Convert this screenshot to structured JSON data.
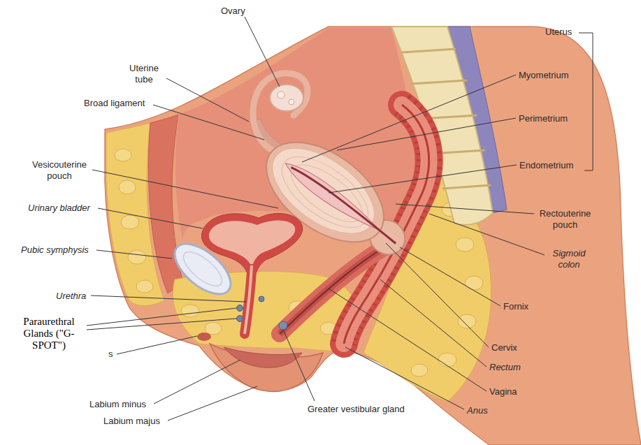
{
  "diagram": {
    "labels": [
      "Uterus",
      "Ovary",
      "Uterine tube",
      "Broad ligament",
      "Myometrium",
      "Perimetrium",
      "Endometrium",
      "Vesicouterine pouch",
      "Urinary bladder",
      "Rectouterine pouch",
      "Sigmoid colon",
      "Pubic symphysis",
      "Fornix",
      "Urethra",
      "Paraurethral Glands (\"G-SPOT\")",
      "Cervix",
      "s",
      "Rectum",
      "Vagina",
      "Labium minus",
      "Greater vestibular gland",
      "Anus",
      "Labium majus"
    ]
  }
}
